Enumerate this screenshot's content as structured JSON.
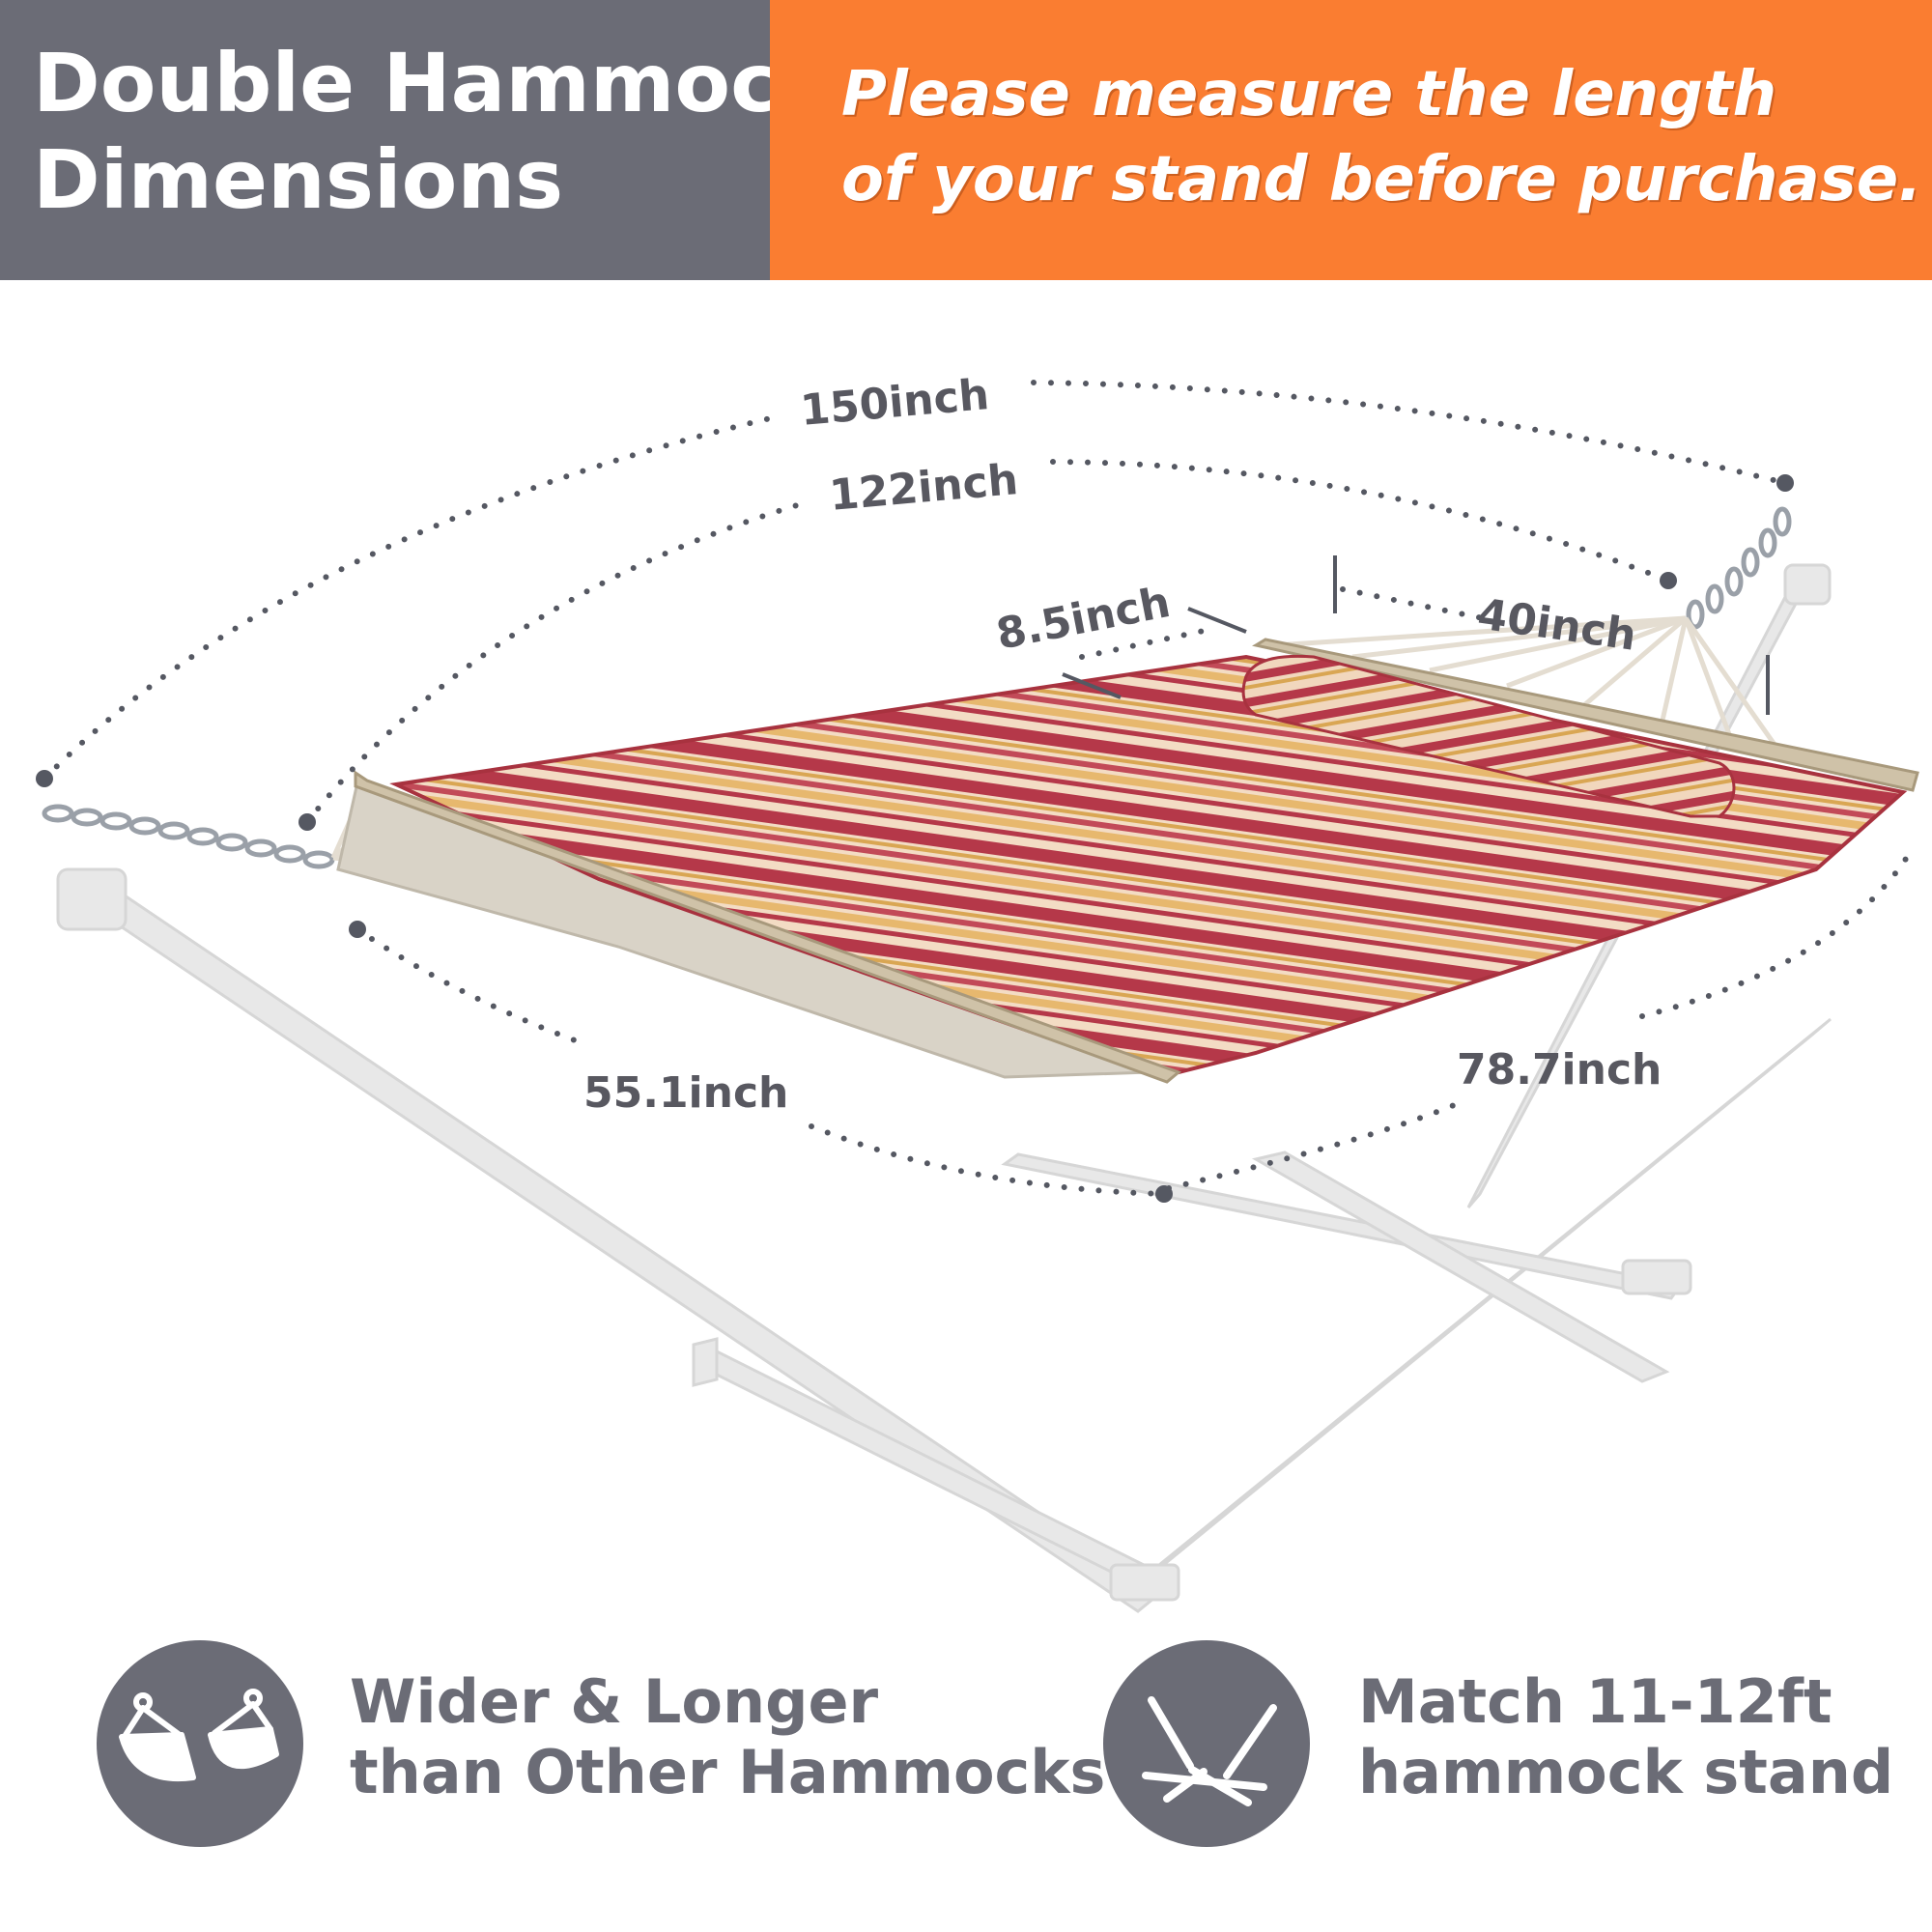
{
  "header": {
    "title_line1": "Double Hammock",
    "title_line2": "Dimensions",
    "notice_line1": "Please measure the length",
    "notice_line2": "of your stand before purchase."
  },
  "dimensions": {
    "overall_length": "150inch",
    "bed_length": "122inch",
    "pillow_width": "8.5inch",
    "pillow_length": "40inch",
    "spreader_width": "55.1inch",
    "bed_length_side": "78.7inch"
  },
  "features": [
    {
      "icon": "double-hammock-icon",
      "line1": "Wider & Longer",
      "line2": "than Other Hammocks"
    },
    {
      "icon": "hammock-stand-icon",
      "line1": "Match 11-12ft",
      "line2": "hammock stand"
    }
  ],
  "colors": {
    "banner_gray": "#6b6c76",
    "banner_orange": "#fa7d31",
    "stripe_red": "#b53849",
    "stripe_gold": "#d9a653",
    "stripe_cream": "#f3dcc4"
  }
}
